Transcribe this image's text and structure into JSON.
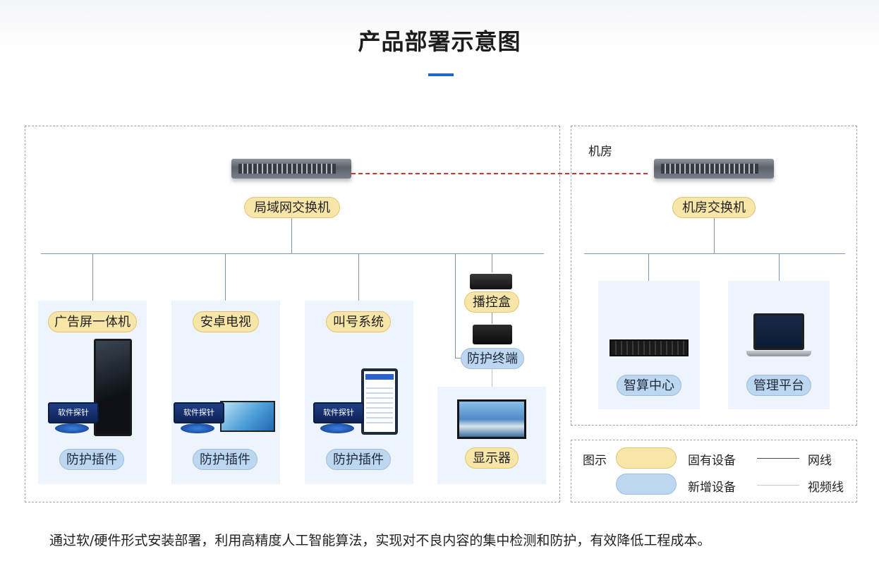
{
  "title": "产品部署示意图",
  "left_section": {
    "switch_label": "局域网交换机",
    "devices": [
      {
        "name": "广告屏一体机",
        "probe": "软件探针",
        "plugin": "防护插件"
      },
      {
        "name": "安卓电视",
        "probe": "软件探针",
        "plugin": "防护插件"
      },
      {
        "name": "叫号系统",
        "probe": "软件探针",
        "plugin": "防护插件"
      }
    ],
    "box_label": "播控盒",
    "terminal_label": "防护终端",
    "display_label": "显示器"
  },
  "right_section": {
    "room_label": "机房",
    "switch_label": "机房交换机",
    "devices": [
      "智算中心",
      "管理平台"
    ]
  },
  "legend": {
    "title": "图示",
    "fixed_label": "固有设备",
    "new_label": "新增设备",
    "network_line": "网线",
    "video_line": "视频线"
  },
  "caption": "通过软/硬件形式安装部署，利用高精度人工智能算法，实现对不良内容的集中检测和防护，有效降低工程成本。"
}
